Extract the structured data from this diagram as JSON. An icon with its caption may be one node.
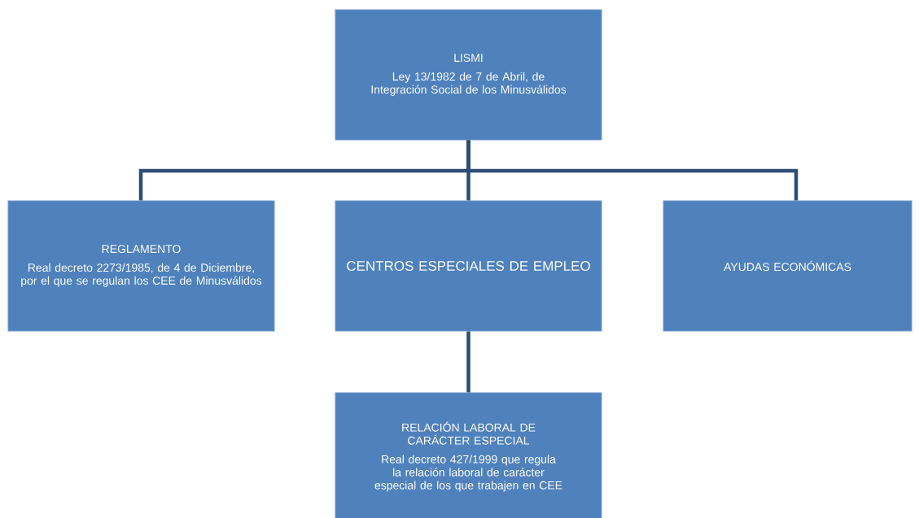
{
  "diagram": {
    "nodes": [
      {
        "text": [
          "LISMI",
          "Ley 13/1982 de 7 de Abril, de Integración Social de los Minusválidos"
        ]
      },
      {
        "text": [
          "REGLAMENTO",
          "Real decreto 2273/1985, de 4 de Diciembre, por el que se regulan los CEE de Minusválidos"
        ]
      },
      {
        "text": [
          "CENTROS ESPECIALES DE EMPLEO"
        ]
      },
      {
        "text": [
          "AYUDAS ECONÓMICAS"
        ]
      },
      {
        "text": [
          "RELACIÓN LABORAL DE CARÁCTER ESPECIAL",
          "Real decreto 427/1999 que regula la relación laboral de carácter especial de los que trabajen en CEE"
        ]
      }
    ],
    "edges": [
      {
        "from": 0,
        "to": 1,
        "arrow": "none"
      },
      {
        "from": 0,
        "to": 2,
        "arrow": "none"
      },
      {
        "from": 0,
        "to": 3,
        "arrow": "none"
      },
      {
        "from": 2,
        "to": 4,
        "arrow": "none"
      }
    ]
  }
}
